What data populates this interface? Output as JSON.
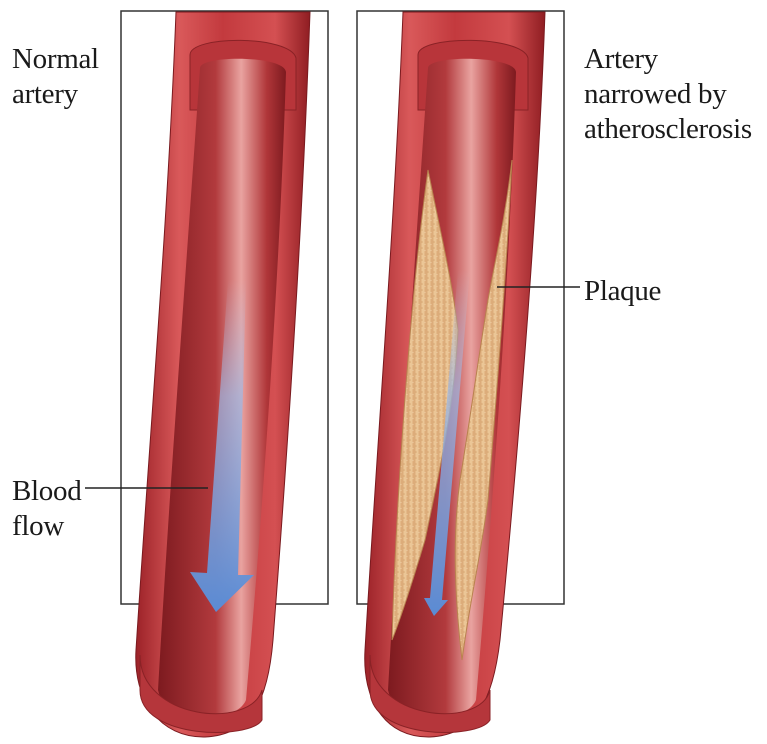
{
  "labels": {
    "normal_artery": [
      "Normal",
      "artery"
    ],
    "narrowed_artery": [
      "Artery",
      "narrowed by",
      "atherosclerosis"
    ],
    "plaque": "Plaque",
    "blood_flow": [
      "Blood",
      "flow"
    ]
  },
  "colors": {
    "vessel_wall": "#c0393d",
    "vessel_wall_dark": "#8e1f24",
    "lumen": "#a52a2e",
    "plaque": "#e7c08e",
    "blood_flow_arrow": "#6f9fdc",
    "frame": "#333333"
  }
}
